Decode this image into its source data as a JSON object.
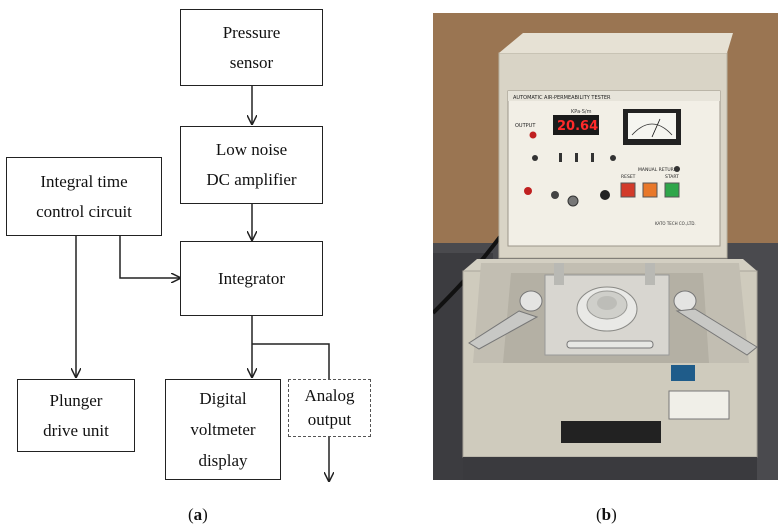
{
  "diagram": {
    "boxes": {
      "pressure_sensor": "Pressure\nsensor",
      "dc_amplifier": "Low noise\nDC amplifier",
      "integral_time": "Integral time\ncontrol circuit",
      "integrator": "Integrator",
      "plunger": "Plunger\ndrive unit",
      "voltmeter": "Digital\nvoltmeter\ndisplay",
      "analog": "Analog\noutput"
    }
  },
  "photo": {
    "panel_title": "AUTOMATIC AIR-PERMEABILITY TESTER",
    "unit_label": "KPa·S/m",
    "display_value": "20.64",
    "output_label": "OUTPUT",
    "reset_label": "RESET",
    "return_label": "MANUAL RETURN",
    "start_label": "START",
    "maker_label": "KATO TECH CO.,LTD.",
    "colors": {
      "reset": "#d23a2a",
      "return": "#e8782a",
      "start": "#2fa64a",
      "display": "#ff2a2a"
    }
  },
  "captions": {
    "a": "a",
    "b": "b"
  }
}
